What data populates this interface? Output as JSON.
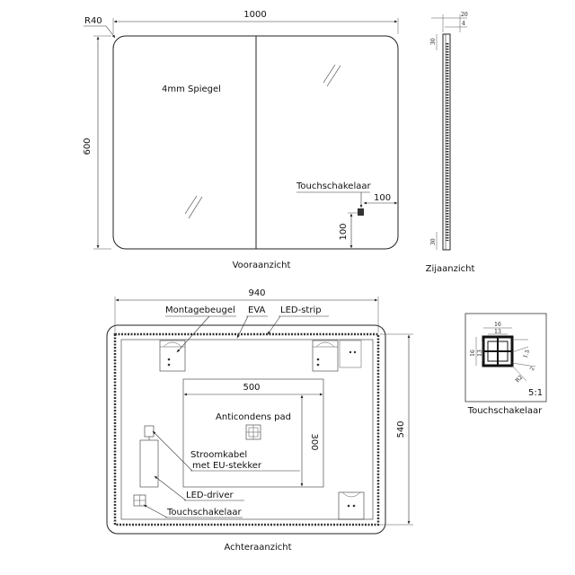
{
  "front": {
    "width_dim": "1000",
    "height_dim": "600",
    "radius": "R40",
    "mirror_label": "4mm Spiegel",
    "touch_label": "Touchschakelaar",
    "touch_h_dim": "100",
    "touch_v_dim": "100",
    "caption": "Vooraanzicht"
  },
  "side": {
    "dim_top": "20",
    "dim_top_small": "4",
    "dim_upper": "30",
    "dim_lower": "30",
    "caption": "Zijaanzicht"
  },
  "back": {
    "width_dim": "940",
    "height_dim": "540",
    "pad_width_dim": "500",
    "pad_height_dim": "300",
    "montage_label": "Montagebeugel",
    "eva_label": "EVA",
    "led_strip_label": "LED-strip",
    "pad_label": "Anticondens pad",
    "cable_label_1": "Stroomkabel",
    "cable_label_2": "met EU-stekker",
    "driver_label": "LED-driver",
    "touch_label": "Touchschakelaar",
    "caption": "Achteraanzicht"
  },
  "detail": {
    "dim_outer": "16",
    "dim_inner": "13",
    "dim_left_outer": "16",
    "dim_left_inner": "13",
    "dim_r1": "1.5",
    "dim_r2": "2",
    "dim_r3": "R2",
    "scale": "5:1",
    "caption": "Touchschakelaar"
  }
}
